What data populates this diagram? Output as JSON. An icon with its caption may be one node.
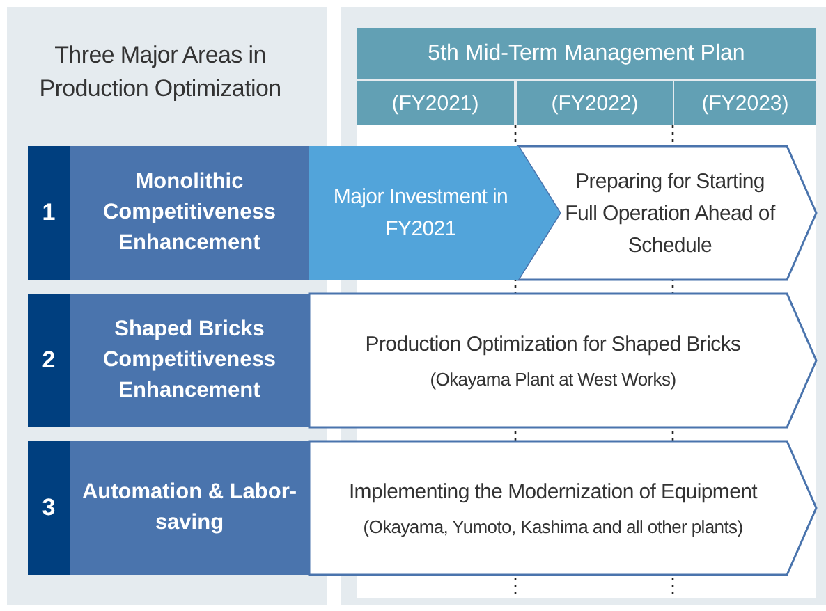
{
  "diagram": {
    "nodes": [
      {
        "text": [
          "5th Mid-Term Management Plan"
        ]
      },
      {
        "text": [
          "(FY2021)"
        ]
      },
      {
        "text": [
          "(FY2022)"
        ]
      },
      {
        "text": [
          "(FY2023)"
        ]
      },
      {
        "text": [
          "1",
          "Monolithic Competitiveness Enhancement"
        ]
      },
      {
        "text": [
          "Major Investment in FY2021"
        ]
      },
      {
        "text": [
          "Preparing for Starting Full Operation Ahead of Schedule"
        ]
      },
      {
        "text": [
          "2",
          "Shaped Bricks Competitiveness Enhancement"
        ]
      },
      {
        "text": [
          "Production Optimization for Shaped Bricks",
          "(Okayama Plant at West Works)"
        ]
      },
      {
        "text": [
          "3",
          "Automation & Labor-saving"
        ]
      },
      {
        "text": [
          "Implementing the Modernization of Equipment",
          "(Okayama, Yumoto, Kashima and all other plants)"
        ]
      }
    ],
    "labels": [
      "Three Major Areas in Production Optimization"
    ]
  }
}
